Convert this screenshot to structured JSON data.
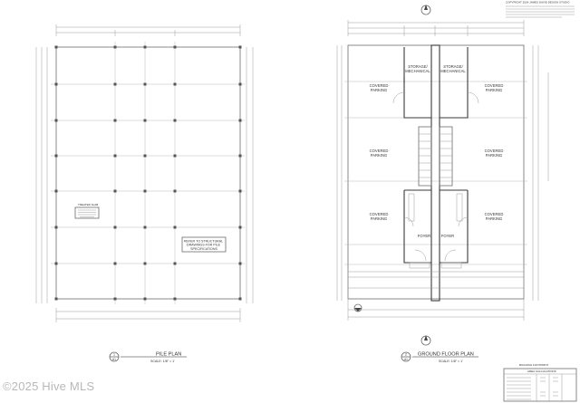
{
  "watermark": "©2025 Hive MLS",
  "pile_plan": {
    "title": "PILE PLAN",
    "scale": "SCALE: 1/8\" = 1'",
    "detail_number": "1",
    "detail_sheet": "A1",
    "note": "REFER TO STRUCTURAL DRAWINGS FOR PILE SPECIFICATIONS",
    "framing_box_heading": "TREATED SLAB"
  },
  "ground_floor_plan": {
    "title": "GROUND FLOOR PLAN",
    "scale": "SCALE: 1/8\" = 1'",
    "detail_number": "2",
    "detail_sheet": "A1",
    "rooms": {
      "storage_left": "STORAGE/ MECHANICAL",
      "storage_right": "STORAGE/ MECHANICAL",
      "covered_parking": "COVERED PARKING",
      "foyer": "FOYER"
    },
    "area_table_heading": "AREA CALCULATIONS",
    "footprint_label": "BUILDING FOOTPRINT"
  },
  "header_note": "COPYRIGHT 2024 JAMES DAVID DESIGN STUDIO"
}
